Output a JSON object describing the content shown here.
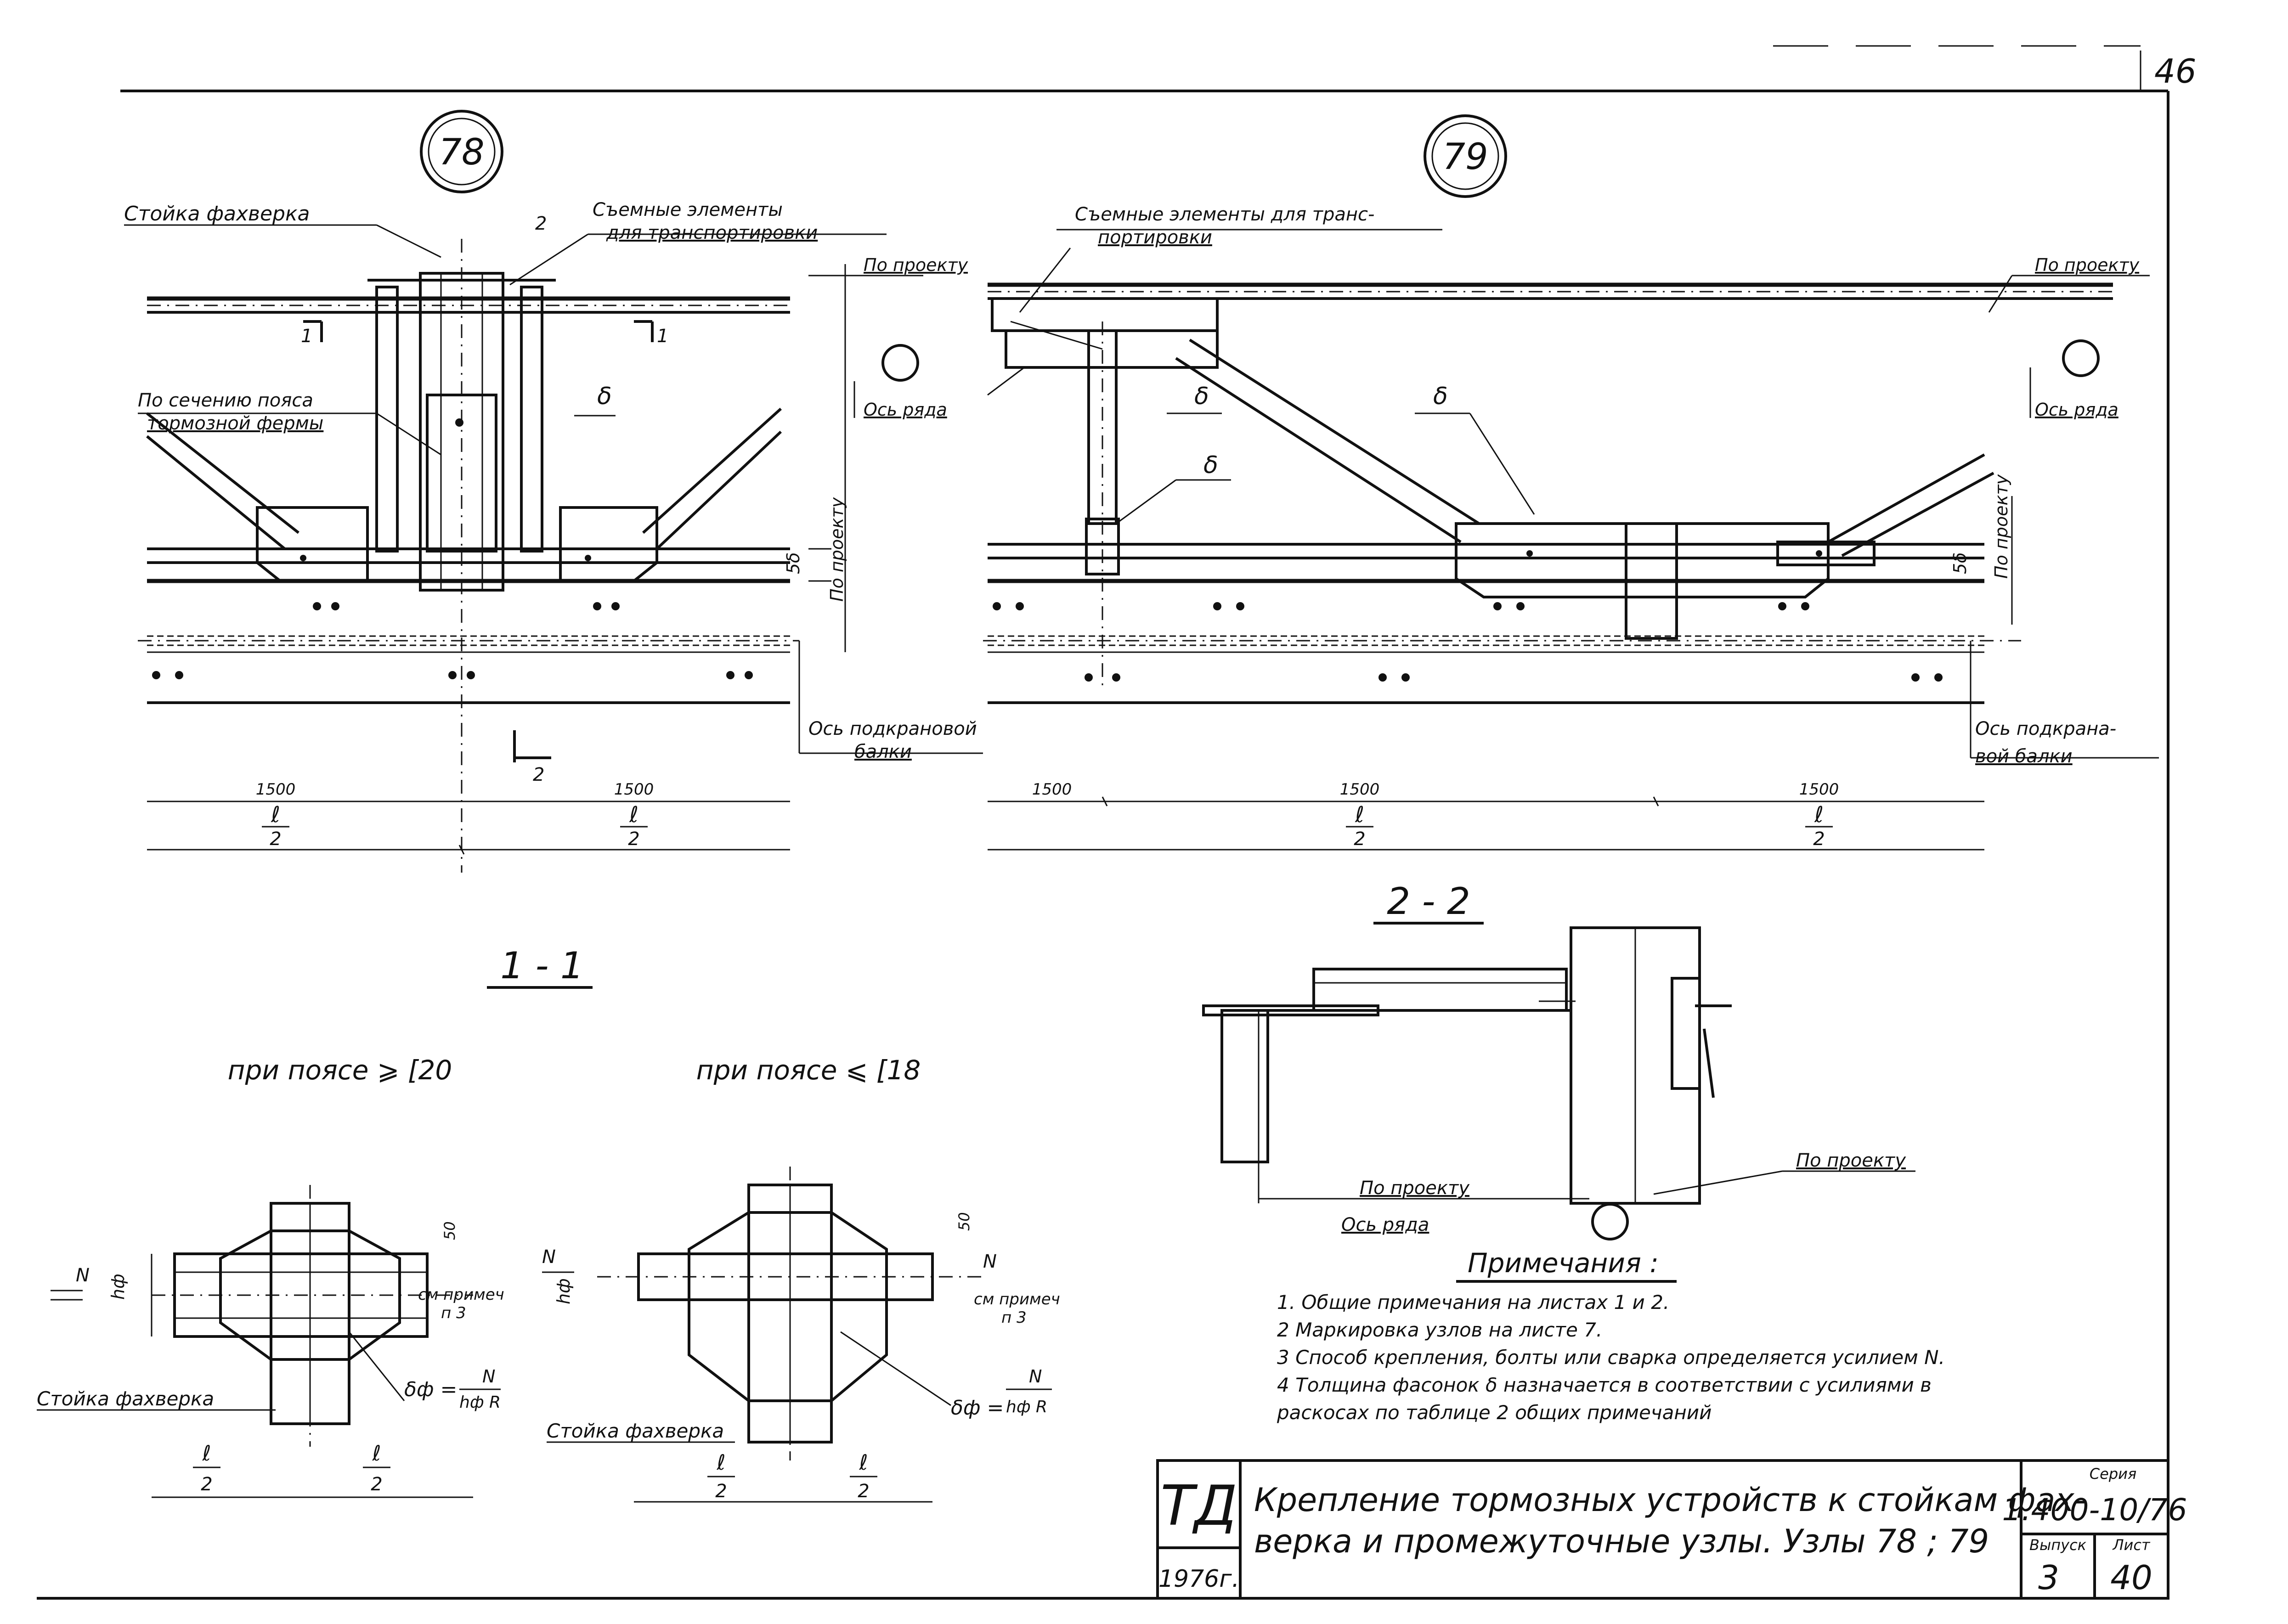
{
  "sheet": {
    "page_number": "46"
  },
  "node78": {
    "number": "78",
    "label_faxverk_post": "Стойка фахверка",
    "label_removable": "Съемные элементы",
    "label_removable_2": "для транспортировки",
    "label_section_2": "2",
    "label_section_1": "1",
    "label_by_chord_1": "По сечению пояса",
    "label_by_chord_2": "тормозной фермы",
    "label_delta": "δ",
    "label_row_axis": "Ось ряда",
    "label_by_project_top": "По проекту",
    "label_by_project_side": "По проекту",
    "label_5delta": "5δ",
    "label_crane_axis_1": "Ось подкрановой",
    "label_crane_axis_2": "балки",
    "dim_left_value": "1500",
    "dim_left_num": "ℓ",
    "dim_left_den": "2",
    "dim_right_value": "1500",
    "dim_right_num": "ℓ",
    "dim_right_den": "2"
  },
  "node79": {
    "number": "79",
    "label_removable_1": "Съемные элементы для транс-",
    "label_removable_2": "портировки",
    "label_by_project_top": "По проекту",
    "label_row_axis": "Ось ряда",
    "label_by_project_side": "По проекту",
    "label_delta": "δ",
    "label_5delta": "5δ",
    "label_crane_axis_1": "Ось подкрана-",
    "label_crane_axis_2": "вой балки",
    "dim_values": [
      "1500",
      "1500",
      "1500"
    ],
    "dim_num": "ℓ",
    "dim_den": "2"
  },
  "section11": {
    "title": "1 - 1",
    "caption_left": "при поясе ⩾ [20",
    "caption_right": "при поясе ⩽ [18",
    "label_N": "N",
    "label_hf": "hф",
    "label_50": "50",
    "label_see_note_1": "см примеч",
    "label_see_note_2": "п 3",
    "label_faxverk_post": "Стойка фахверка",
    "formula_lhs": "δф =",
    "formula_num": "N",
    "formula_den": "hф R",
    "dim_num": "ℓ",
    "dim_den": "2"
  },
  "section22": {
    "title": "2 - 2",
    "label_by_project_1": "По проекту",
    "label_by_project_2": "По проекту",
    "label_row_axis": "Ось ряда"
  },
  "notes": {
    "heading": "Примечания :",
    "items": [
      "1.  Общие примечания на листах 1 и 2.",
      "2  Маркировка узлов на листе 7.",
      "3  Способ крепления, болты или сварка определяется   усилием N.",
      "4  Толщина фасонок δ назначается в соответствии с усилиями  в",
      "    раскосах по таблице 2 общих примечаний"
    ]
  },
  "title_block": {
    "org": "ТД",
    "year": "1976г.",
    "title_line1": "Крепление тормозных устройств к стойкам фах-",
    "title_line2": "верка и промежуточные узлы. Узлы 78 ; 79",
    "series_label": "Серия",
    "series_value": "1.400-10/76",
    "issue_label": "Выпуск",
    "issue_value": "3",
    "sheet_label": "Лист",
    "sheet_value": "40"
  }
}
